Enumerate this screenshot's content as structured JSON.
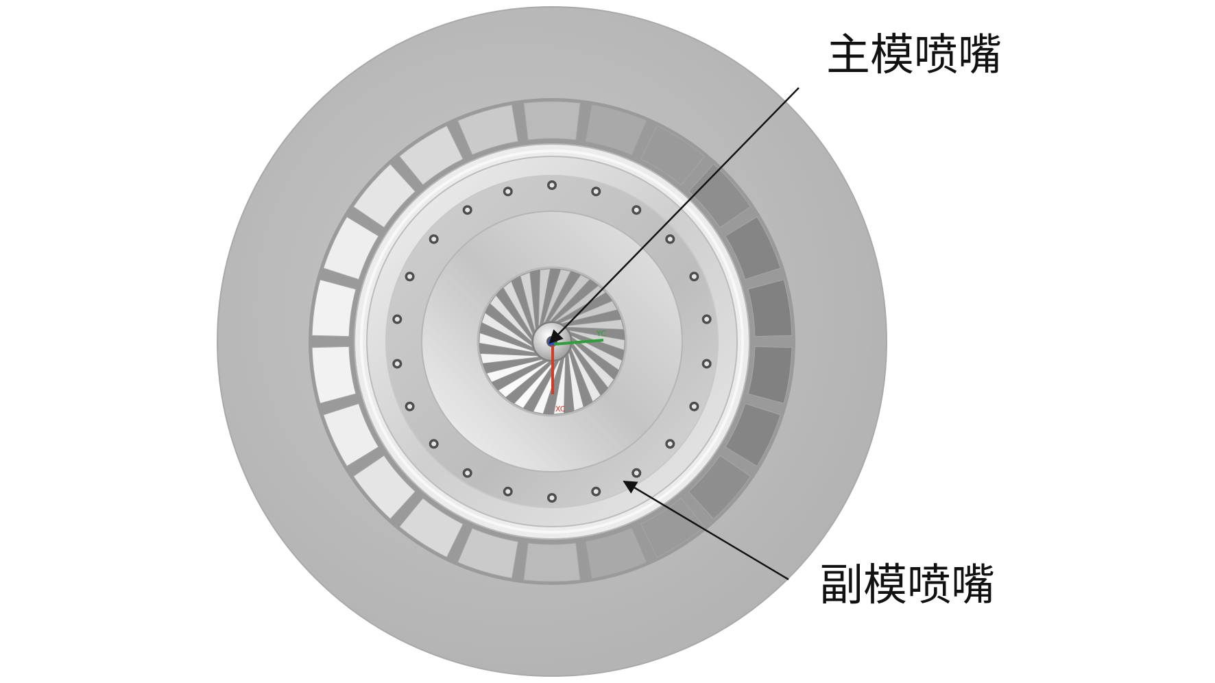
{
  "labels": {
    "main_nozzle": "主模喷嘴",
    "secondary_nozzle": "副模喷嘴"
  },
  "axes": {
    "y_label": "YC",
    "x_label": "XC"
  },
  "counts": {
    "outer_slots": 22,
    "nozzle_holes": 22,
    "swirl_vanes": 22
  },
  "colors": {
    "outer_disk": "#bdbdbd",
    "slot_light": "#f3f3f3",
    "slot_dark": "#808080",
    "ring_metal": "#d6d6d6",
    "arrow": "#111111",
    "axis_x": "#2e9e3a",
    "axis_y": "#d23a2a"
  }
}
